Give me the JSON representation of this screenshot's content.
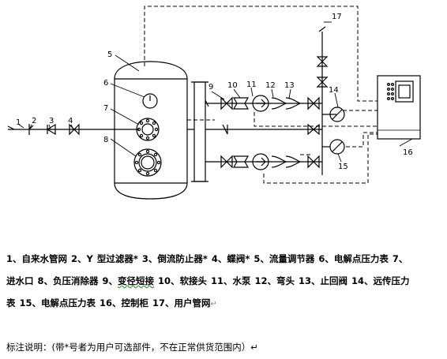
{
  "callouts": [
    "1",
    "2",
    "3",
    "4",
    "5",
    "6",
    "7",
    "8",
    "9",
    "10",
    "11",
    "12",
    "13",
    "14",
    "15",
    "16",
    "17"
  ],
  "legend": {
    "row1": "1、自来水管网   2、Y 型过滤器*   3、倒流防止器*   4、蝶阀*   5、流量调节器   6、电解点压力表   7、",
    "row2a": "进水口   8、负压消除器   9、",
    "row2b": "变径短接",
    "row2c": "   10、软接头  11、水泵    12、弯头   13、止回阀   14、远传压力",
    "row3": "表   15、电解点压力表  16、控制柜   17、用户管网",
    "return_mark": "↵"
  },
  "note": "标注说明：(带*号者为用户可选部件，不在正常供货范围内）↵"
}
